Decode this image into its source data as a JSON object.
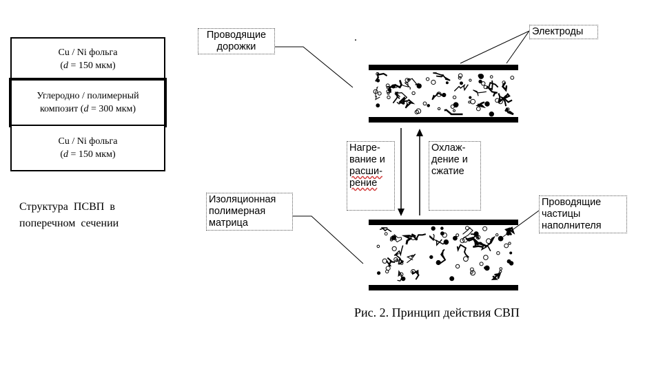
{
  "structure": {
    "layer_top": {
      "line1": "Cu / Ni фольга",
      "line2_prefix": "(",
      "line2_var": "d",
      "line2_suffix": " = 150 мкм)"
    },
    "layer_middle": {
      "line1": "Углеродно / полимерный",
      "line2_prefix": "композит (",
      "line2_var": "d",
      "line2_suffix": " = 300 мкм)"
    },
    "layer_bottom": {
      "line1": "Cu / Ni фольга",
      "line2_prefix": "(",
      "line2_var": "d",
      "line2_suffix": " = 150 мкм)"
    },
    "caption": "Структура ПСВП в поперечном сечении"
  },
  "labels": {
    "conductive_tracks": "Проводящие\nдорожки",
    "electrodes": "Электроды",
    "heating": [
      "Нагре-",
      "вание и",
      "расши-",
      "рение"
    ],
    "cooling": [
      "Охлаж-",
      "дение и",
      "сжатие"
    ],
    "insulating_matrix": "Изоляционная\nполимерная\nматрица",
    "conductive_particles": "Проводящие\nчастицы\nнаполнителя"
  },
  "figure_caption": "Рис. 2. Принцип действия СВП",
  "dot": "."
}
